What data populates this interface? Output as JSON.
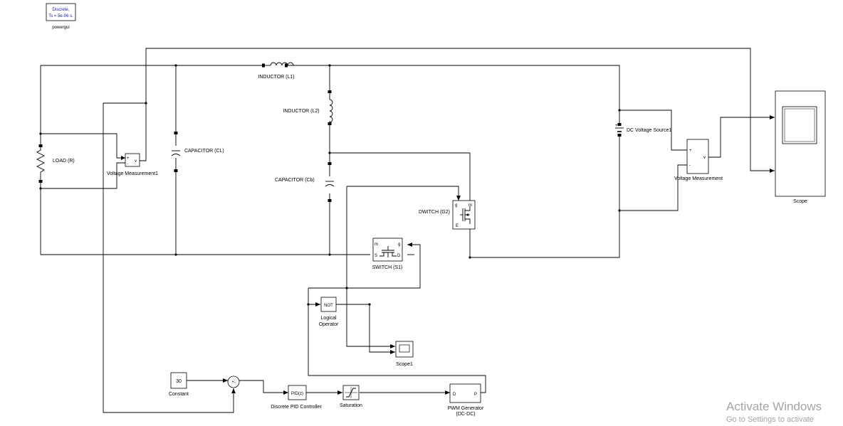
{
  "powergui": {
    "line1": "Discrete,",
    "line2": "Ts = 5e-06 s.",
    "label": "powergui"
  },
  "components": {
    "inductor_l1": "INDUCTOR (L1)",
    "inductor_l2": "INDUCTOR (L2)",
    "capacitor_cl": "CAPACITOR (CL)",
    "capacitor_cb": "CAPACITOR  (Cb)",
    "load": "LOAD (R)",
    "dc_source": "DC Voltage Source1",
    "switch_s2": "DWITCH (G2)",
    "switch_s1": "SWITCH (S1)",
    "voltage_measurement1": "Voltage Measurement1",
    "voltage_measurement": "Voltage Measurement",
    "scope": "Scope",
    "scope1": "Scope1",
    "logical_operator_line1": "Logical",
    "logical_operator_line2": "Operator",
    "not_text": "NOT",
    "constant_value": "30",
    "constant": "Constant",
    "pid_text": "PID(z)",
    "pid": "Discrete PID Controller",
    "saturation": "Saturation",
    "pwm_line1": "PWM Generator",
    "pwm_line2": "(DC-DC)"
  },
  "ports": {
    "v": "v",
    "plus": "+",
    "minus": "-",
    "m": "m",
    "g": "g",
    "s": "S",
    "d": "D",
    "e": "E",
    "pwm_d": "D",
    "pwm_p": "P",
    "sum_signs": "+-"
  },
  "watermark": {
    "line1": "Activate Windows",
    "line2": "Go to Settings to activate"
  }
}
